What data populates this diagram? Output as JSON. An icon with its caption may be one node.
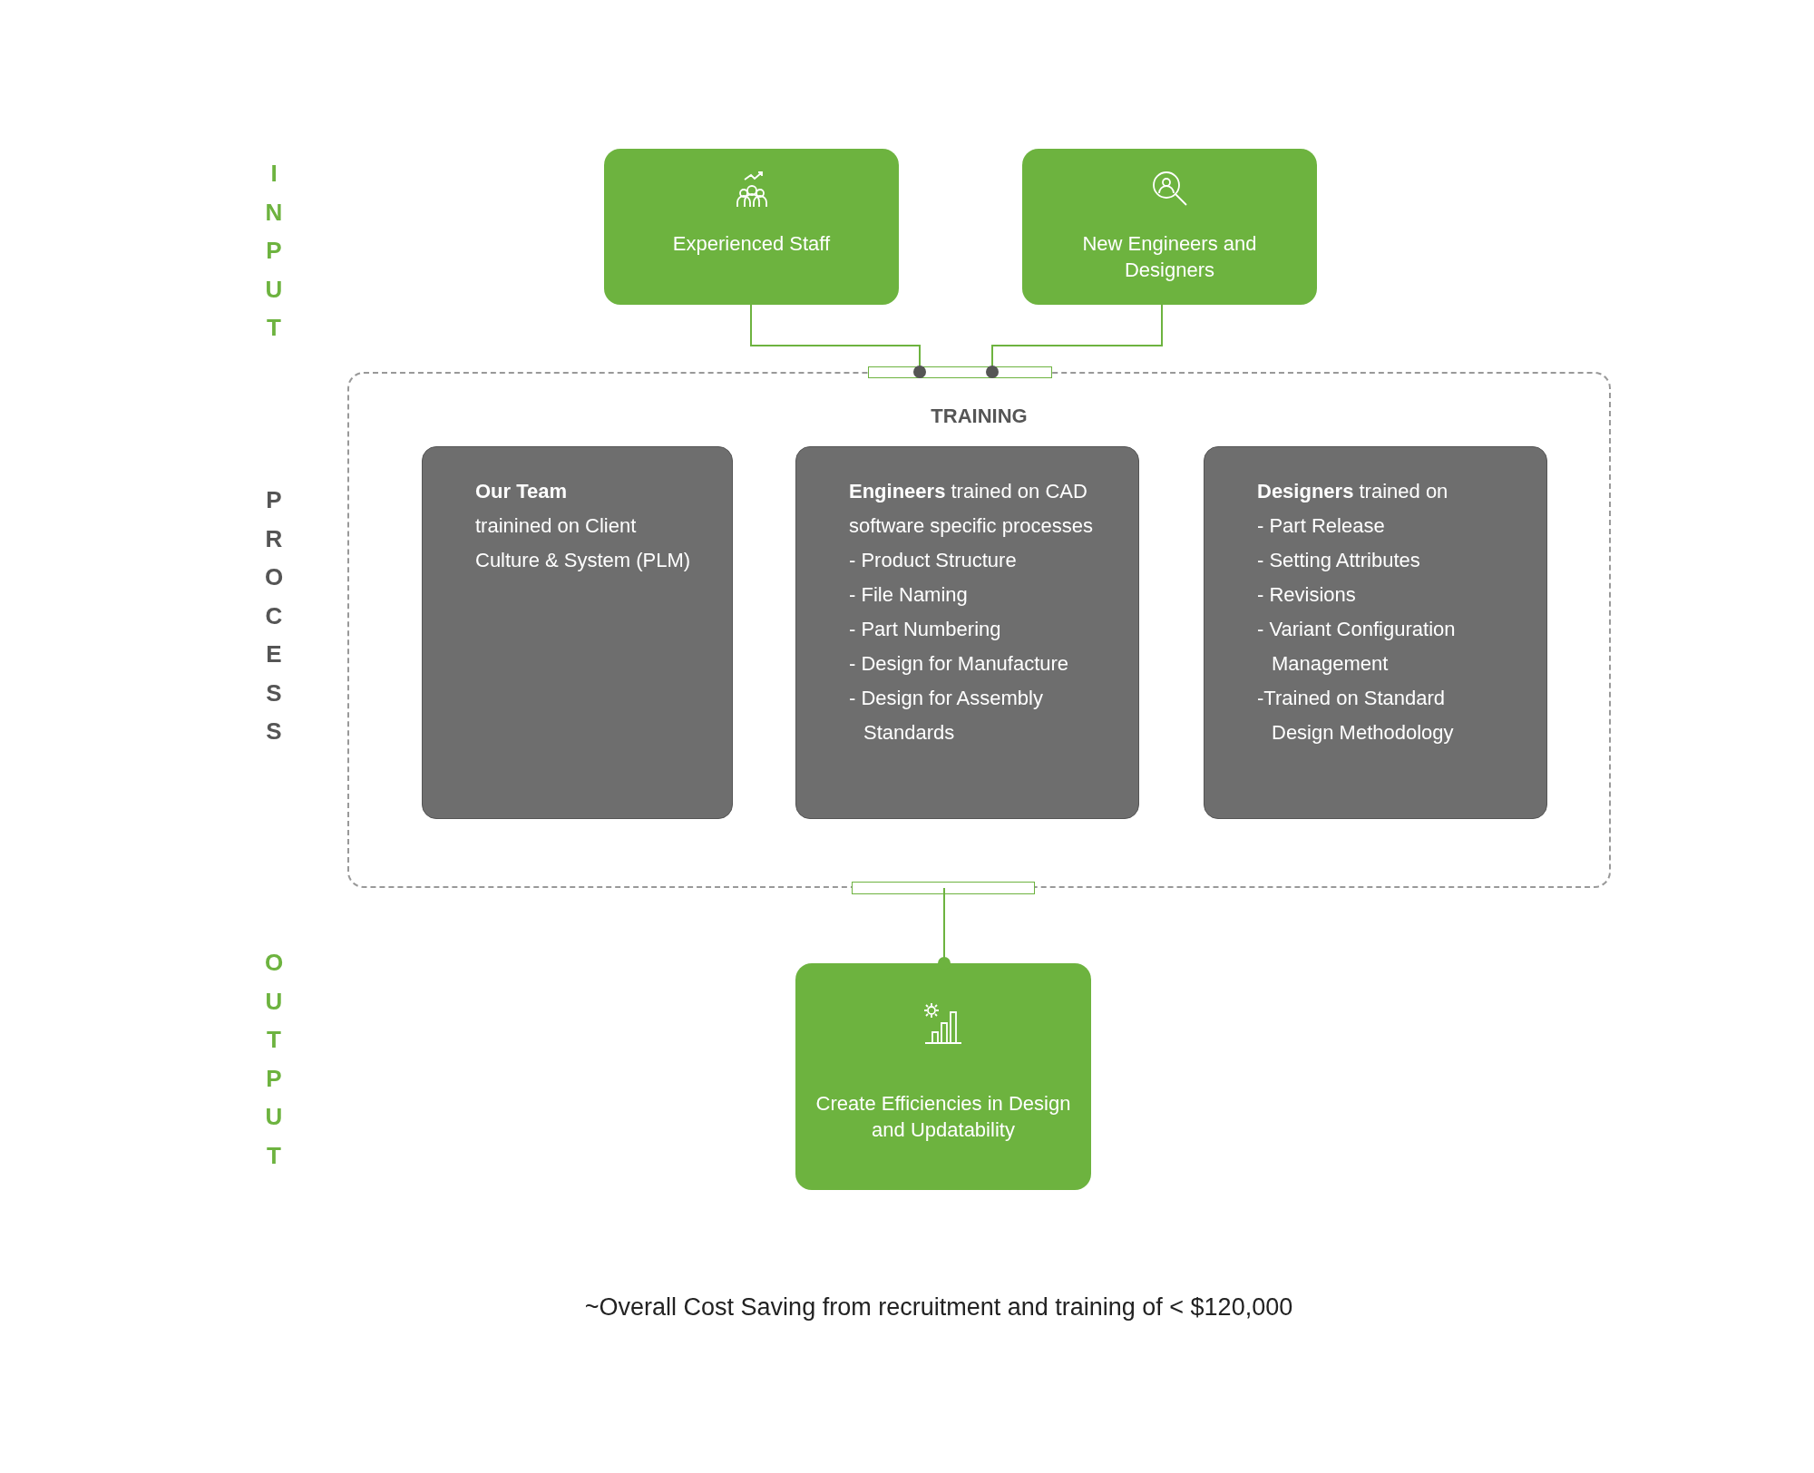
{
  "diagram": {
    "nodes": [
      {
        "text": [
          "Experienced Staff"
        ]
      },
      {
        "text": [
          "New Engineers and Designers"
        ]
      },
      {
        "text": [
          "TRAINING"
        ]
      },
      {
        "text": [
          "Our Team",
          "trainined on Client Culture & System (PLM)"
        ],
        "in": 2
      },
      {
        "text": [
          "**Engineers** trained on CAD software specific processes",
          "- Product Structure",
          "- File Naming",
          "- Part Numbering",
          "- Design for Manufacture",
          "- Design for Assembly Standards"
        ],
        "in": 2
      },
      {
        "text": [
          "**Designers** trained on",
          "- Part Release",
          "- Setting Attributes",
          "- Revisions",
          "- Variant Configuration Management",
          "-Trained on Standard Design Methodology"
        ],
        "in": 2
      },
      {
        "text": [
          "Create Efficiencies in Design and Updatability"
        ]
      }
    ],
    "edges": [
      {
        "from": 0,
        "to": 2,
        "arrow": "other"
      },
      {
        "from": 1,
        "to": 2,
        "arrow": "other"
      },
      {
        "from": 2,
        "to": 6,
        "arrow": "other"
      }
    ],
    "labels": [
      "INPUT",
      "PROCESS",
      "OUTPUT",
      "~Overall Cost Saving from recruitment and training of < $120,000"
    ]
  }
}
